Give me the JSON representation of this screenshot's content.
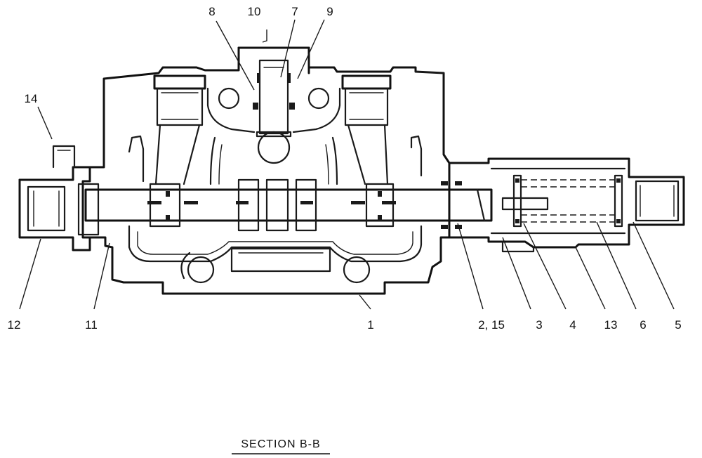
{
  "callouts": {
    "c1": "1",
    "c2_15": "2, 15",
    "c3": "3",
    "c4": "4",
    "c5": "5",
    "c6": "6",
    "c7": "7",
    "c8": "8",
    "c9": "9",
    "c10": "10",
    "c11": "11",
    "c12": "12",
    "c13": "13",
    "c14": "14"
  },
  "section_title": "SECTION  B-B"
}
